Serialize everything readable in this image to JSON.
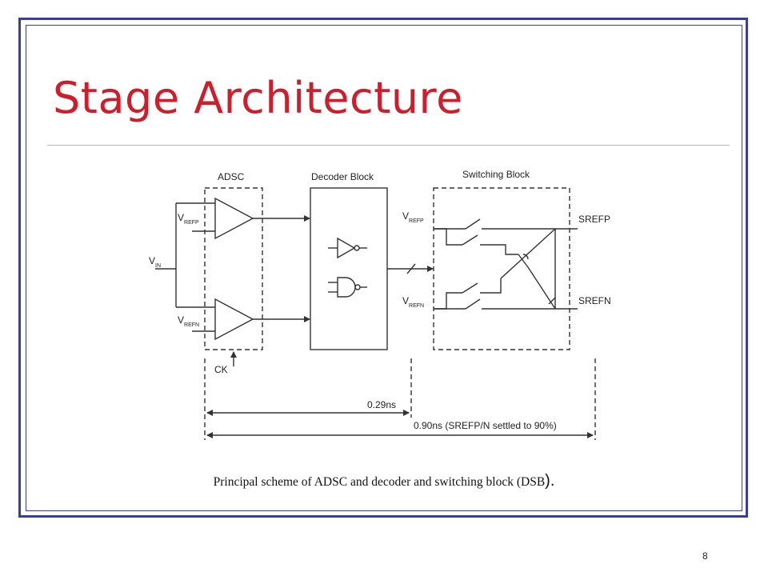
{
  "slide": {
    "title": "Stage Architecture",
    "page_number": "8",
    "caption": "Principal scheme of ADSC and decoder and switching block (DSB",
    "caption_tail": ")."
  },
  "diagram": {
    "adsc_label": "ADSC",
    "decoder_label": "Decoder Block",
    "switching_label": "Switching Block",
    "vin_main": "V",
    "vin_sub": "IN",
    "vrefp_main": "V",
    "vrefp_sub": "REFP",
    "vrefn_main": "V",
    "vrefn_sub": "REFN",
    "sw_vrefp_main": "V",
    "sw_vrefp_sub": "REFP",
    "sw_vrefn_main": "V",
    "sw_vrefn_sub": "REFN",
    "srefp_label": "SREFP",
    "srefn_label": "SREFN",
    "ck_label": "CK",
    "timing_short": "0.29ns",
    "timing_long": "0.90ns (SREFP/N settled to 90%)"
  },
  "colors": {
    "title": "#cc1f2b",
    "frame": "#3a3f96",
    "rule": "#d8b56c"
  }
}
